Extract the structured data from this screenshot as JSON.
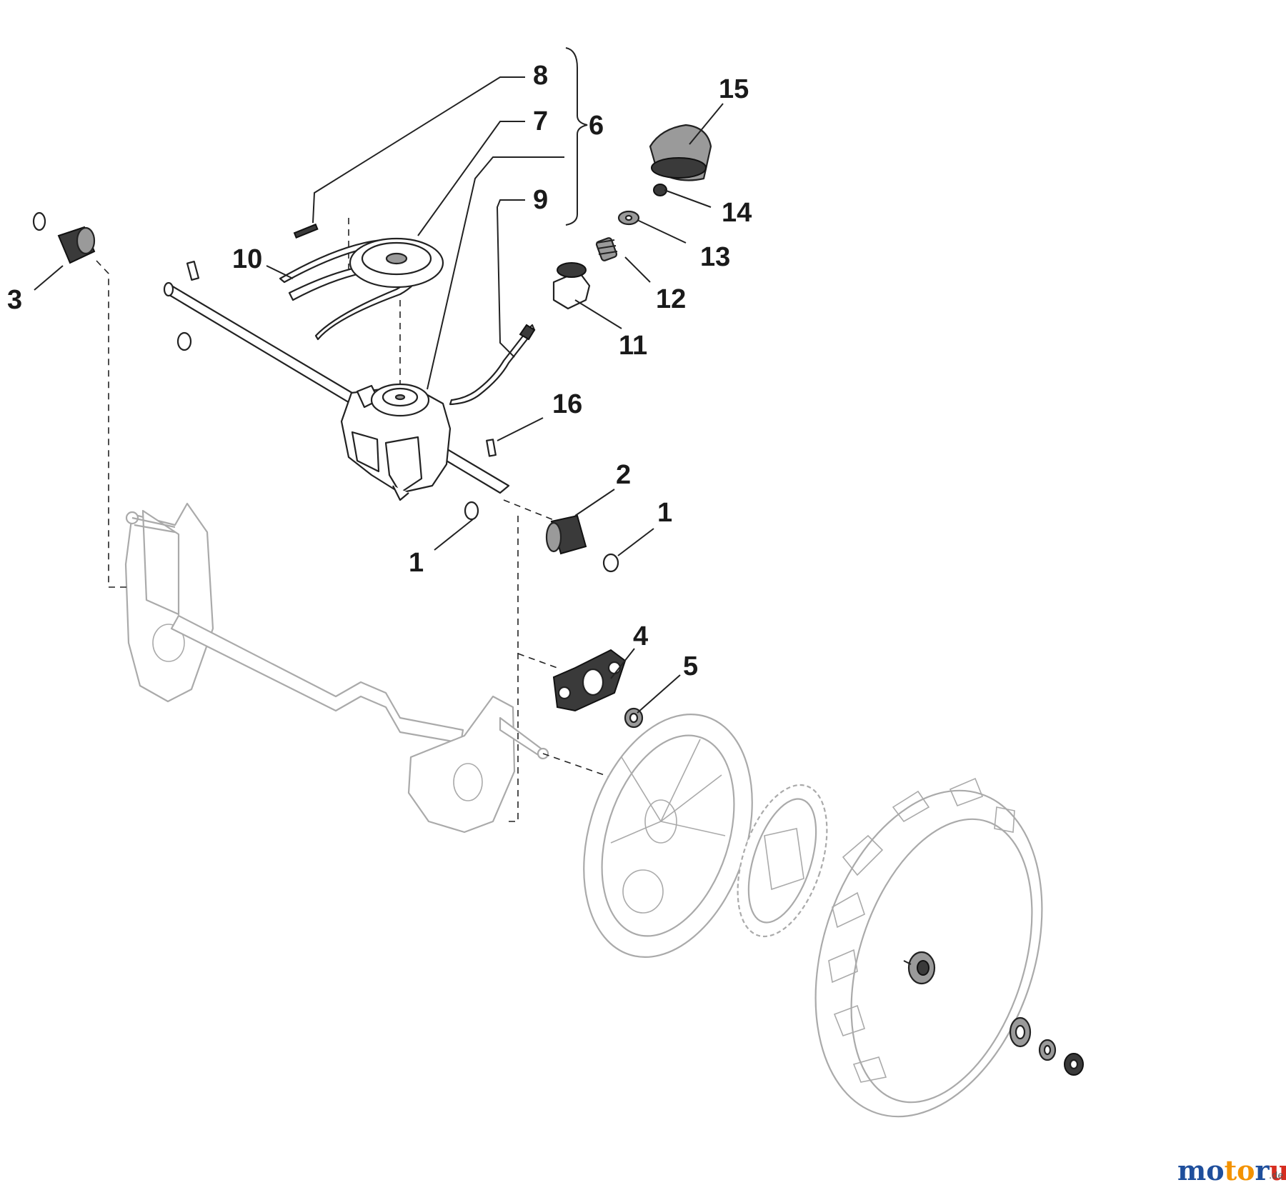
{
  "callouts": {
    "c1a": "1",
    "c1b": "1",
    "c2": "2",
    "c3": "3",
    "c4": "4",
    "c5": "5",
    "c6": "6",
    "c7": "7",
    "c8": "8",
    "c9": "9",
    "c10": "10",
    "c11": "11",
    "c12": "12",
    "c13": "13",
    "c14": "14",
    "c15": "15",
    "c16": "16"
  },
  "watermark": {
    "name": "motoruf",
    "suffix": ".de"
  },
  "colors": {
    "ink": "#1a1a1a",
    "ghost": "#aaaaaa",
    "brand_blue": "#1f4f9c",
    "brand_orange": "#f39200",
    "brand_red": "#d62d20"
  }
}
